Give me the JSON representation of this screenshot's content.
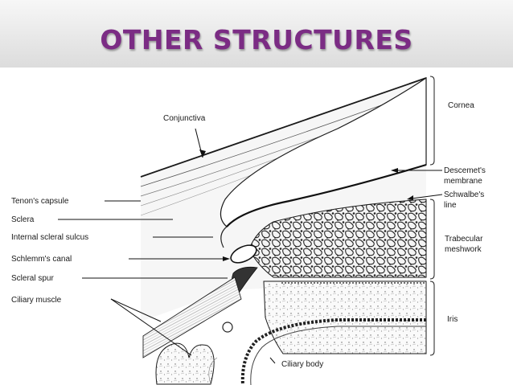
{
  "slide": {
    "title": "OTHER STRUCTURES"
  },
  "labels": {
    "conjunctiva": "Conjunctiva",
    "tenons_capsule": "Tenon's capsule",
    "sclera": "Sclera",
    "internal_scleral_sulcus": "Internal scleral sulcus",
    "schlemms_canal": "Schlemm's canal",
    "scleral_spur": "Scleral spur",
    "ciliary_muscle": "Ciliary muscle",
    "cornea": "Cornea",
    "descemets_line1": "Descemet's",
    "descemets_line2": "membrane",
    "schwalbes_line1": "Schwalbe's",
    "schwalbes_line2": "line",
    "trabecular_line1": "Trabecular",
    "trabecular_line2": "meshwork",
    "iris": "Iris",
    "ciliary_body": "Ciliary body"
  }
}
